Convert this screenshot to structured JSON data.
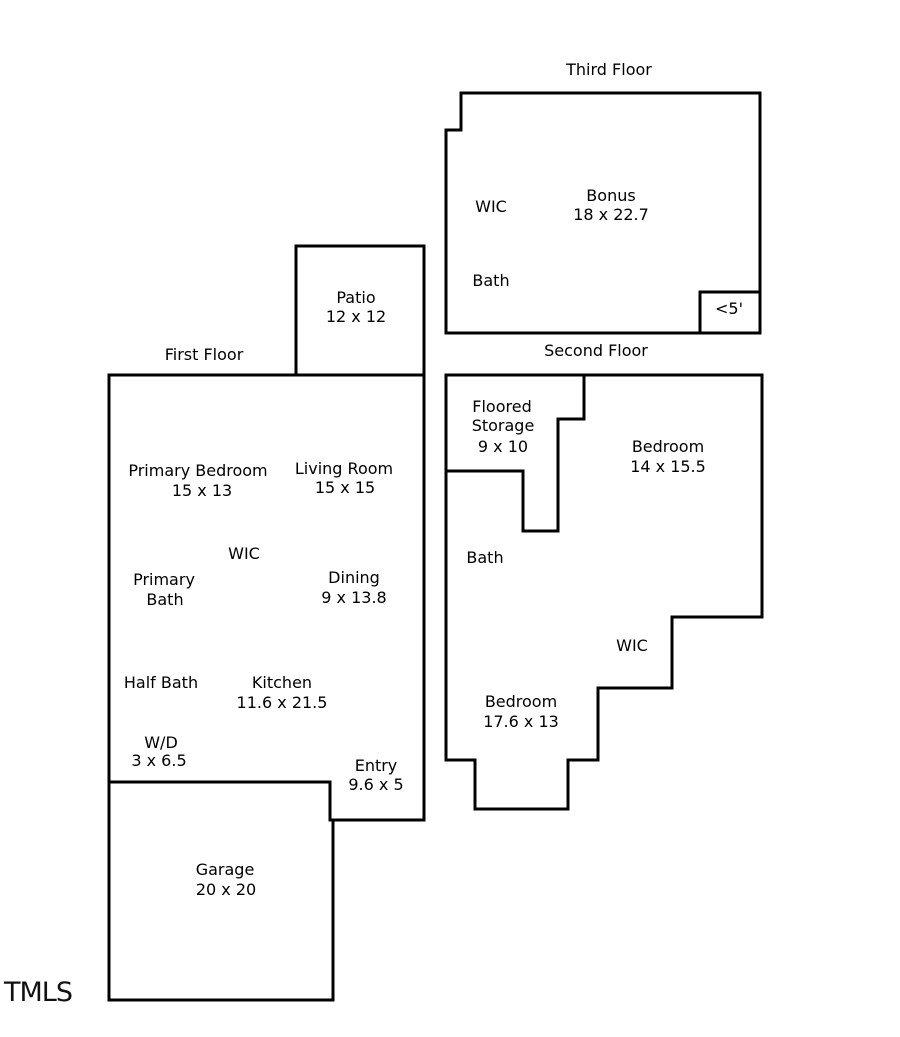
{
  "floors": {
    "third": {
      "title": "Third Floor",
      "rooms": {
        "wic": "WIC",
        "bonus_name": "Bonus",
        "bonus_dim": "18 x 22.7",
        "bath": "Bath",
        "low_ceiling": "<5'"
      }
    },
    "first": {
      "title": "First Floor",
      "rooms": {
        "patio_name": "Patio",
        "patio_dim": "12 x 12",
        "primary_bedroom_name": "Primary Bedroom",
        "primary_bedroom_dim": "15 x 13",
        "living_name": "Living Room",
        "living_dim": "15 x 15",
        "wic": "WIC",
        "primary_bath_line1": "Primary",
        "primary_bath_line2": "Bath",
        "dining_name": "Dining",
        "dining_dim": "9 x 13.8",
        "half_bath": "Half Bath",
        "kitchen_name": "Kitchen",
        "kitchen_dim": "11.6 x 21.5",
        "wd_name": "W/D",
        "wd_dim": "3 x 6.5",
        "entry_name": "Entry",
        "entry_dim": "9.6 x 5",
        "garage_name": "Garage",
        "garage_dim": "20 x 20"
      }
    },
    "second": {
      "title": "Second Floor",
      "rooms": {
        "storage_line1": "Floored",
        "storage_line2": "Storage",
        "storage_dim": "9 x 10",
        "bedroom1_name": "Bedroom",
        "bedroom1_dim": "14 x 15.5",
        "bath": "Bath",
        "wic": "WIC",
        "bedroom2_name": "Bedroom",
        "bedroom2_dim": "17.6 x 13"
      }
    }
  },
  "watermark": "TMLS"
}
